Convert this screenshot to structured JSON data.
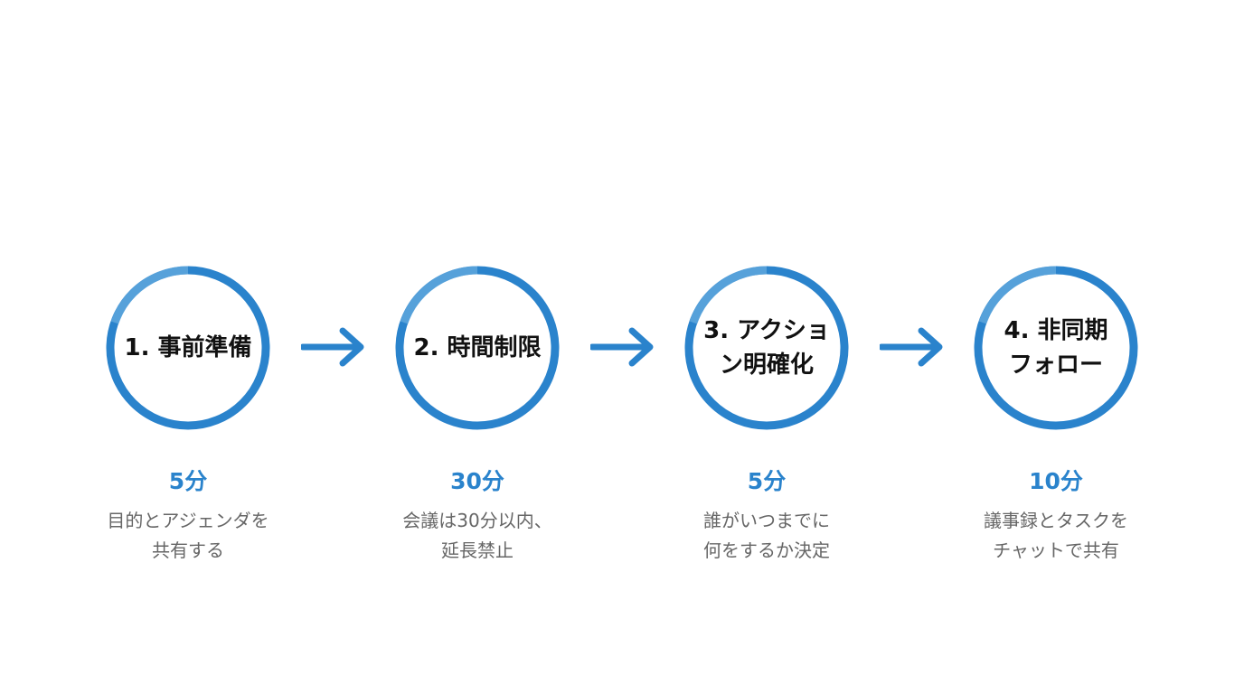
{
  "colors": {
    "ring": "#2a83cc",
    "ring_highlight": "#6aaee0",
    "arrow": "#2a83cc",
    "duration": "#2a83cc",
    "title": "#111111",
    "description": "#666666"
  },
  "steps": [
    {
      "title": "1. 事前準備",
      "duration": "5分",
      "description": "目的とアジェンダを\n共有する"
    },
    {
      "title": "2. 時間制限",
      "duration": "30分",
      "description": "会議は30分以内、\n延長禁止"
    },
    {
      "title": "3. アクショ\nン明確化",
      "duration": "5分",
      "description": "誰がいつまでに\n何をするか決定"
    },
    {
      "title": "4. 非同期\nフォロー",
      "duration": "10分",
      "description": "議事録とタスクを\nチャットで共有"
    }
  ],
  "arrows": [
    "arrow-right-icon",
    "arrow-right-icon",
    "arrow-right-icon"
  ]
}
